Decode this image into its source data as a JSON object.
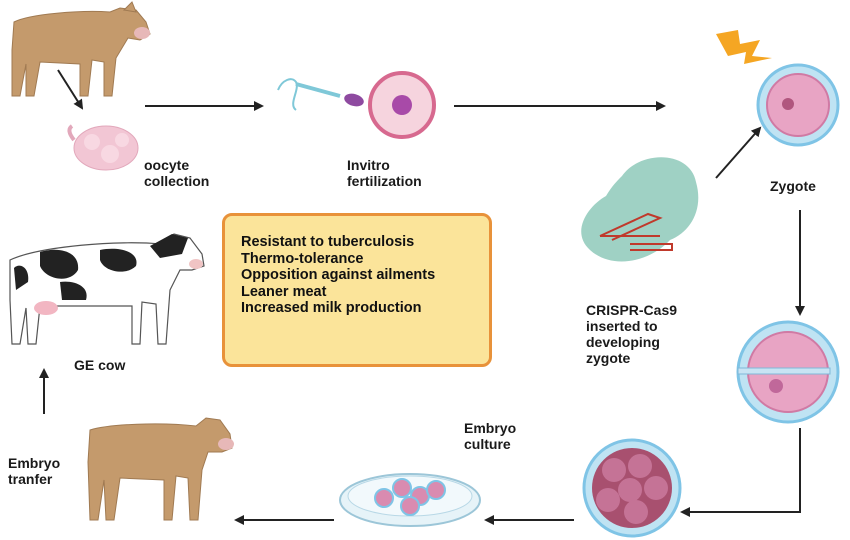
{
  "labels": {
    "oocyte": [
      "oocyte",
      "collection"
    ],
    "ivf": [
      "Invitro",
      "fertilization"
    ],
    "zygote": "Zygote",
    "crispr": [
      "CRISPR-Cas9",
      "inserted to",
      "developing",
      "zygote"
    ],
    "embryo_culture": [
      "Embryo",
      "culture"
    ],
    "embryo_transfer": [
      "Embryo",
      "tranfer"
    ],
    "ge_cow": "GE cow"
  },
  "benefits": [
    "Resistant to tuberculosis",
    "Thermo-tolerance",
    "Opposition against ailments",
    "Leaner meat",
    "Increased milk production"
  ],
  "colors": {
    "cow_brown": "#c49a6c",
    "box_fill": "#fbe49a",
    "box_border": "#e8923a",
    "cell_pink": "#d98bb0",
    "crispr_teal": "#9fd1c4",
    "zona_blue": "#bfe3f3"
  }
}
